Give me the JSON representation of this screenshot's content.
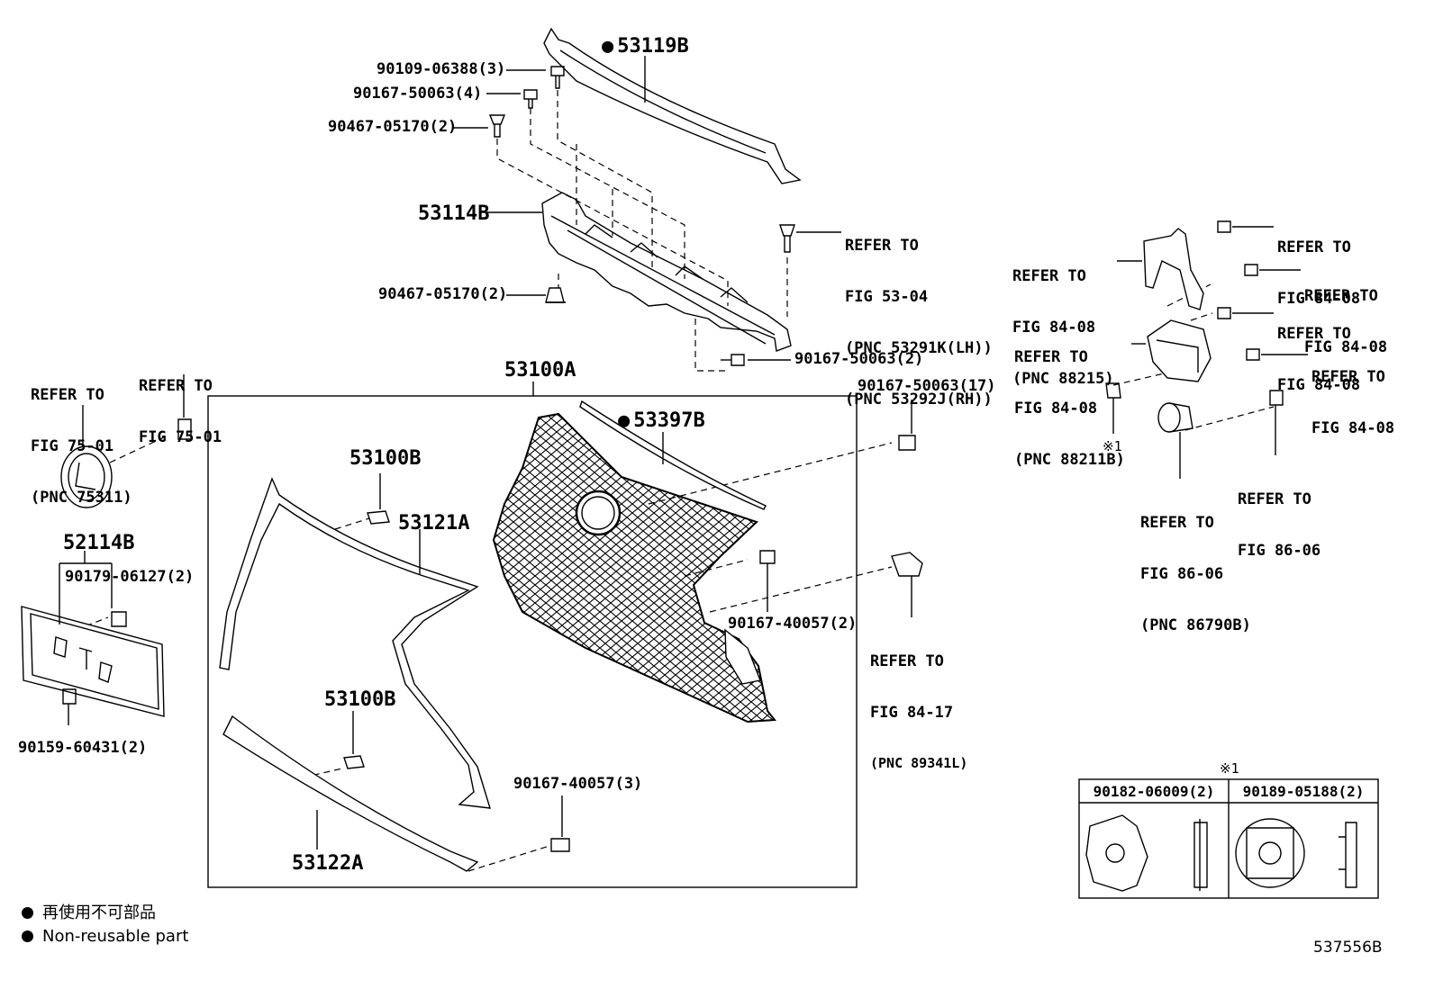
{
  "colors": {
    "line": "#000000",
    "background": "#ffffff"
  },
  "parts": {
    "p53119B": "53119B",
    "p53114B": "53114B",
    "p53100A": "53100A",
    "p53397B": "53397B",
    "p53100B_top": "53100B",
    "p53121A": "53121A",
    "p53100B_bottom": "53100B",
    "p53122A": "53122A",
    "p52114B": "52114B"
  },
  "fasteners": {
    "f1": "90109-06388(3)",
    "f2": "90167-50063(4)",
    "f3": "90467-05170(2)",
    "f4": "90467-05170(2)",
    "f5": "90167-50063(2)",
    "f6": "90167-50063(17)",
    "f7": "90167-40057(2)",
    "f8": "90167-40057(3)",
    "f9": "90179-06127(2)",
    "f10": "90159-60431(2)"
  },
  "refs": {
    "r_53_04": [
      "REFER TO",
      "FIG 53-04",
      "(PNC 53291K(LH))",
      "(PNC 53292J(RH))"
    ],
    "r_75_01a": [
      "REFER TO",
      "FIG 75-01",
      "(PNC 75311)"
    ],
    "r_75_01b": [
      "REFER TO",
      "FIG 75-01"
    ],
    "r_84_17": [
      "REFER TO",
      "FIG 84-17",
      "(PNC 89341L)"
    ],
    "r_88215": [
      "REFER TO",
      "FIG 84-08",
      "(PNC 88215)"
    ],
    "r_88211B": [
      "REFER TO",
      "FIG 84-08",
      "(PNC 88211B)"
    ],
    "r_84_08a": [
      "REFER TO",
      "FIG 84-08"
    ],
    "r_84_08b": [
      "REFER TO",
      "FIG 84-08"
    ],
    "r_84_08c": [
      "REFER TO",
      "FIG 84-08"
    ],
    "r_84_08d": [
      "REFER TO",
      "FIG 84-08"
    ],
    "r_86_06a": [
      "REFER TO",
      "FIG 86-06",
      "(PNC 86790B)"
    ],
    "r_86_06b": [
      "REFER TO",
      "FIG 86-06"
    ]
  },
  "note_mark": "※1",
  "table": {
    "mark": "※1",
    "col1": "90182-06009(2)",
    "col2": "90189-05188(2)"
  },
  "legend": {
    "jp": "再使用不可部品",
    "en": "Non-reusable part"
  },
  "diagram_id": "537556B"
}
